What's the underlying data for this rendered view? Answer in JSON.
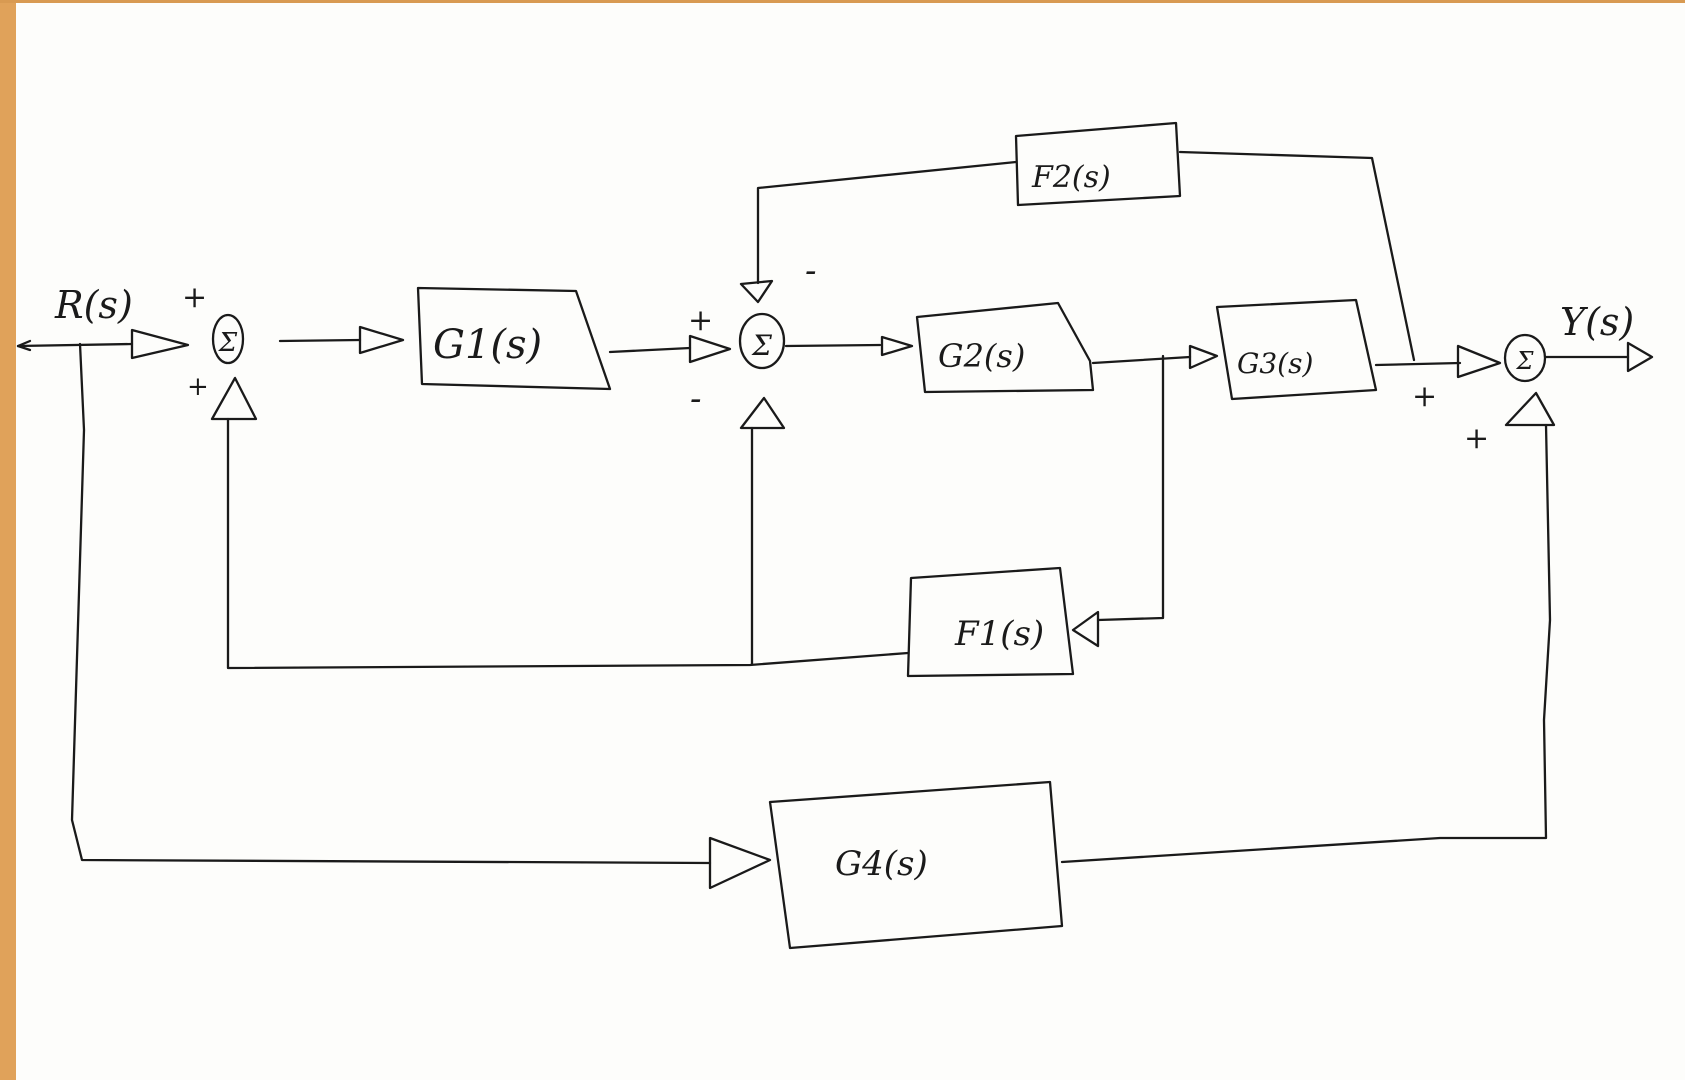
{
  "diagram": {
    "signals": {
      "input": "R(s)",
      "output": "Y(s)"
    },
    "blocks": {
      "g1": "G1(s)",
      "g2": "G2(s)",
      "g3": "G3(s)",
      "g4": "G4(s)",
      "f1": "F1(s)",
      "f2": "F2(s)"
    },
    "summing_junctions": [
      {
        "symbol": "Σ",
        "signs": [
          "+",
          "+"
        ]
      },
      {
        "symbol": "Σ",
        "signs": [
          "+",
          "-",
          "-"
        ]
      },
      {
        "symbol": "Σ",
        "signs": [
          "+",
          "+"
        ]
      }
    ],
    "colors": {
      "ink": "#1a1a1a",
      "paper": "#fdfdfb",
      "edge": "#e0a25a"
    }
  }
}
